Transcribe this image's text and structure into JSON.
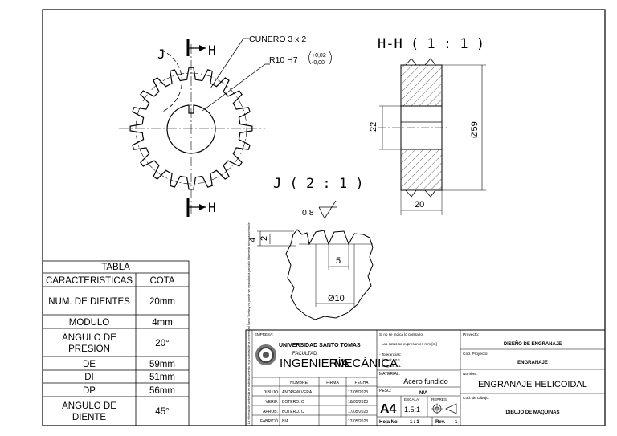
{
  "views": {
    "front": {
      "section_letter_left": "J",
      "section_letter_right": "H",
      "section_letter_bottom": "H",
      "keyway_label": "CUÑERO 3 x 2",
      "bore_label": "R10 H7",
      "bore_tol_upper": "+0,02",
      "bore_tol_lower": "-0,00",
      "teeth": 20
    },
    "section": {
      "title": "H-H ( 1 : 1 )",
      "dim_bore": "22",
      "dim_diameter": "Ø59",
      "dim_width": "20"
    },
    "detail": {
      "title": "J ( 2 : 1 )",
      "roughness": "0.8",
      "dim_depth": "4",
      "dim_small": "2",
      "dim_pitch": "5",
      "dim_bore": "Ø10"
    }
  },
  "table": {
    "title": "TABLA",
    "headers": [
      "CARACTERISTICAS",
      "COTA"
    ],
    "rows": [
      [
        "NUM. DE DIENTES",
        "20mm"
      ],
      [
        "MODULO",
        "4mm"
      ],
      [
        "ANGULO DE PRESIÓN",
        "20°"
      ],
      [
        "DE",
        "59mm"
      ],
      [
        "DI",
        "51mm"
      ],
      [
        "DP",
        "56mm"
      ],
      [
        "ANGULO DE DIENTE",
        "45°"
      ]
    ]
  },
  "title_block": {
    "side_note": "La información contenida en este documento es propiedad de la universidad Santo Tomás y no puede ser reproducida parcial o totalmente sin su autorización",
    "empresa_label": "EMPRESA:",
    "university": "UNIVERSIDAD SANTO TOMAS",
    "facultad": "FACULTAD",
    "ingenieria": "INGENIERÍA",
    "mecanica": "MECÁNICA",
    "notes_title": "Si no se indica lo contrario:",
    "notes_line1": "- Las cotas se expresan en mm [m]",
    "notes_line2": "- Tolerancias:",
    "notes_line3": "lineal: ±0.1",
    "notes_line4": "angular: ±1°",
    "col_nombre": "NOMBRE",
    "col_firma": "FIRMA",
    "col_fecha": "FECHA",
    "rows": [
      {
        "role": "DIBUJO",
        "name": "ANDREW VERA",
        "date": "17/05/2023"
      },
      {
        "role": "VERIF.",
        "name": "BOTERO. C",
        "date": "18/05/2023"
      },
      {
        "role": "APROB.",
        "name": "BOTERO. C",
        "date": "17/05/2023"
      },
      {
        "role": "FABRICÓ",
        "name": "N/A",
        "date": "17/05/2023"
      }
    ],
    "material_label": "MATERIAL:",
    "material": "Acero fundido",
    "peso_label": "PESO:",
    "peso": "N/A",
    "sheet_size": "A4",
    "escala_label": "ESCALA:",
    "escala": "1.5:1",
    "repres_label": "REPRES:",
    "hoja_label": "Hoja No.",
    "hoja": "1 / 1",
    "rev_label": "Rev.",
    "rev": "1",
    "proyecto_label": "Proyecto:",
    "proyecto": "DISEÑO DE ENGRANAJE",
    "cod_proyecto_label": "Cod. Proyecto:",
    "cod_proyecto": "ENGRANAJE",
    "nombre_label": "Nombre:",
    "nombre": "ENGRANAJE HELICOIDAL",
    "cod_dibujo_label": "Cod. de Dibujo:",
    "cod_dibujo": "DIBUJO DE MAQUINAS"
  }
}
